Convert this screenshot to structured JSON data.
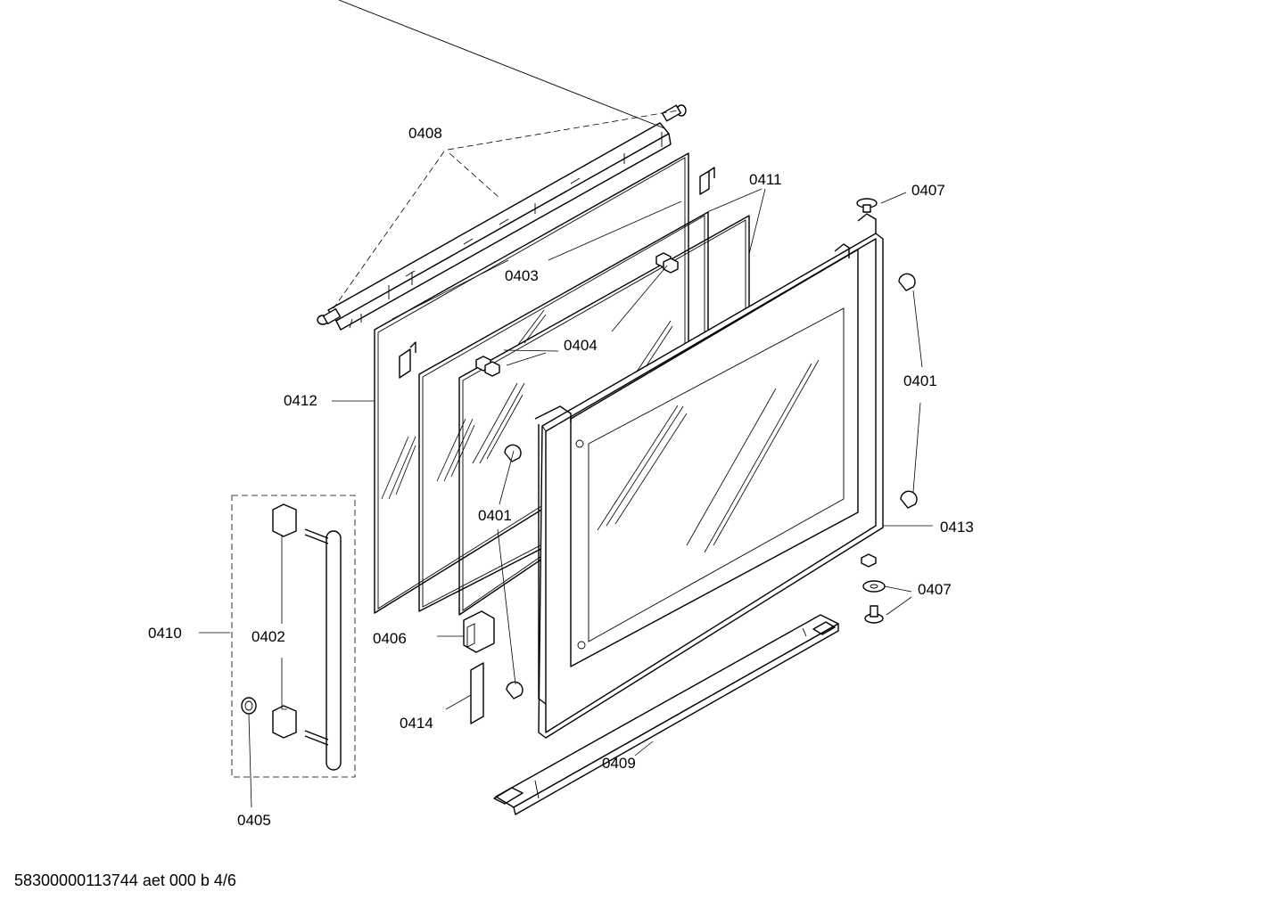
{
  "diagram": {
    "footer_code": "58300000113744 aet 000 b 4/6",
    "part_labels": {
      "p0408": "0408",
      "p0411": "0411",
      "p0407_top": "0407",
      "p0403": "0403",
      "p0404": "0404",
      "p0412": "0412",
      "p0401_right": "0401",
      "p0401_mid": "0401",
      "p0413": "0413",
      "p0407_bottom": "0407",
      "p0410": "0410",
      "p0402": "0402",
      "p0406": "0406",
      "p0414": "0414",
      "p0409": "0409",
      "p0405": "0405"
    }
  }
}
